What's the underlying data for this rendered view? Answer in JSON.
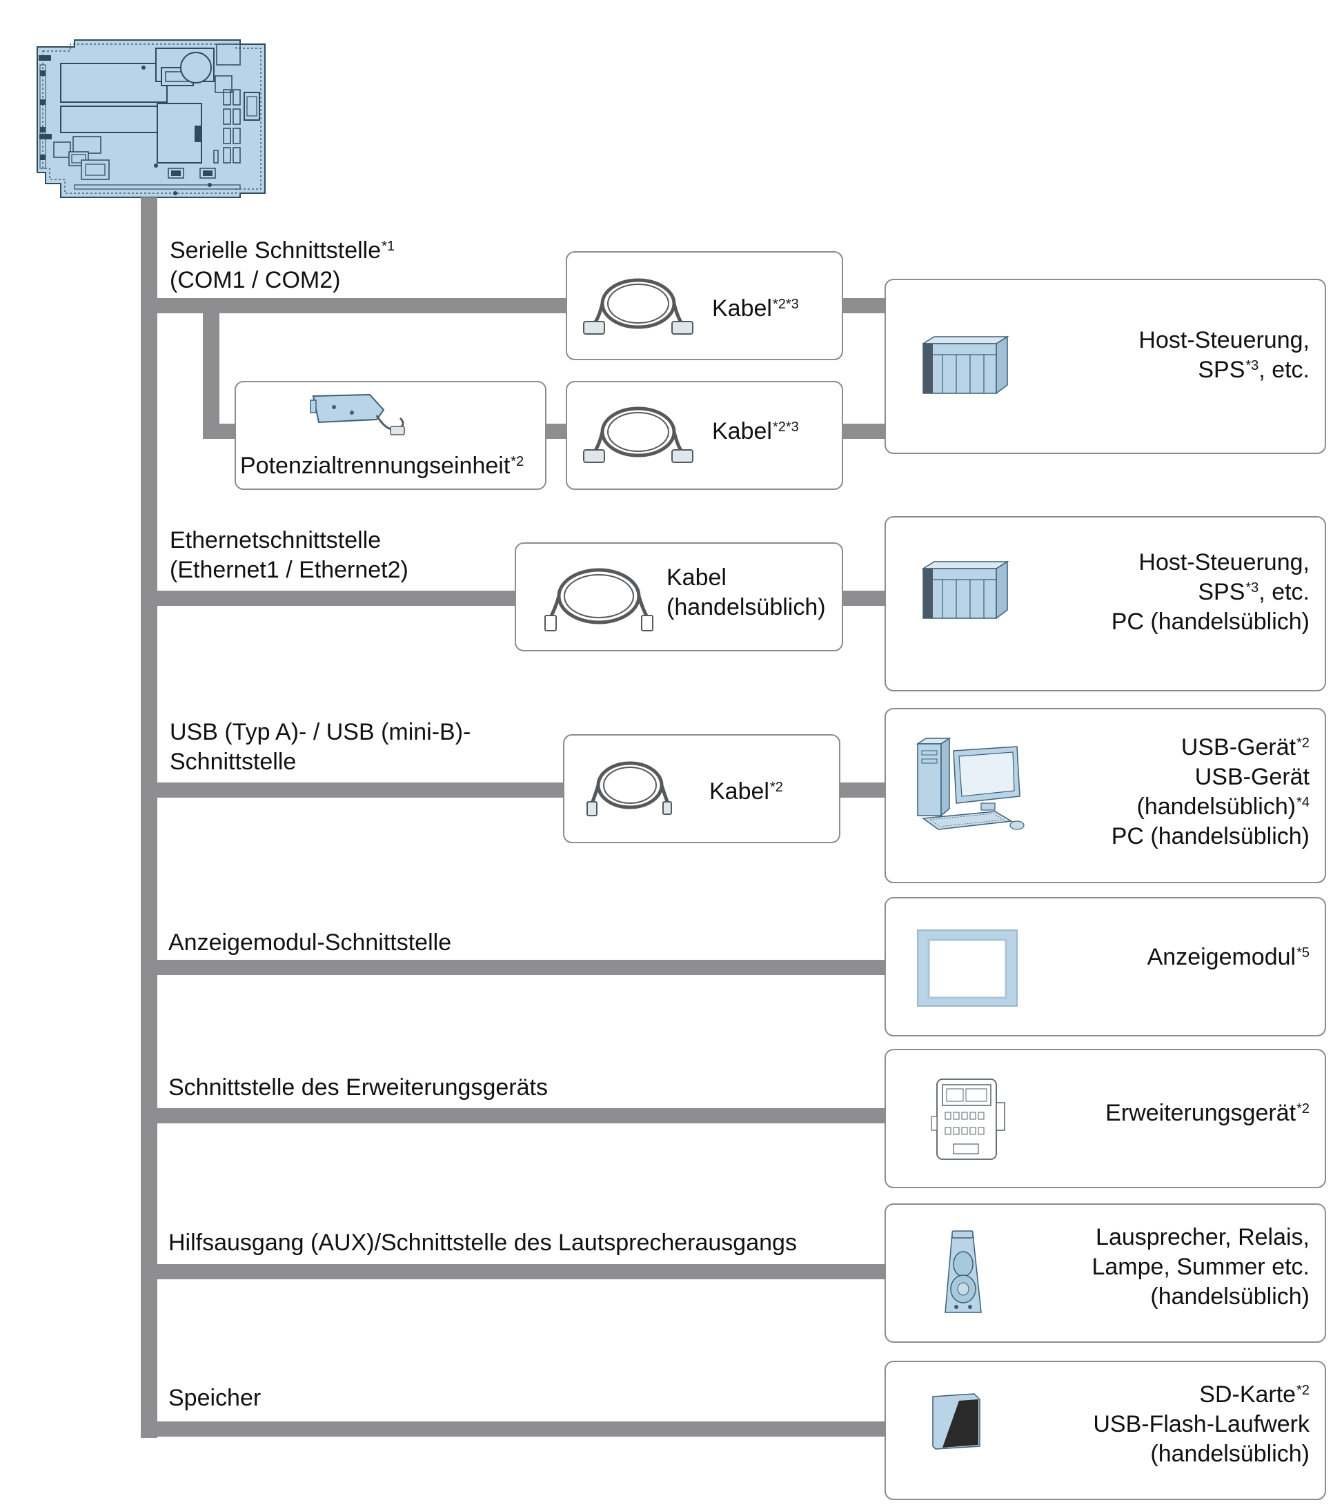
{
  "interfaces": {
    "serial": {
      "line1": "Serielle Schnittstelle",
      "sup1": "*1",
      "line2": "(COM1 / COM2)"
    },
    "ethernet": {
      "line1": "Ethernetschnittstelle",
      "line2": "(Ethernet1 / Ethernet2)"
    },
    "usb": {
      "line1": "USB (Typ A)- / USB (mini-B)-",
      "line2": "Schnittstelle"
    },
    "display": {
      "line1": "Anzeigemodul-Schnittstelle"
    },
    "expansion": {
      "line1": "Schnittstelle des Erweiterungsgeräts"
    },
    "aux": {
      "line1": "Hilfsausgang (AUX)/Schnittstelle des Lautsprecherausgangs"
    },
    "storage": {
      "line1": "Speicher"
    }
  },
  "middle": {
    "serial_cable_1": {
      "label": "Kabel",
      "sup": "*2*3"
    },
    "isolation_unit": {
      "label": "Potenzialtrennungseinheit",
      "sup": "*2"
    },
    "serial_cable_2": {
      "label": "Kabel",
      "sup": "*2*3"
    },
    "ethernet_cable": {
      "line1": "Kabel",
      "line2": "(handelsüblich)"
    },
    "usb_cable": {
      "label": "Kabel",
      "sup": "*2"
    }
  },
  "devices": {
    "host_serial": {
      "line1": "Host-Steuerung,",
      "line2a": "SPS",
      "line2sup": "*3",
      "line2b": ", etc."
    },
    "host_ethernet": {
      "line1": "Host-Steuerung,",
      "line2a": "SPS",
      "line2sup": "*3",
      "line2b": ", etc.",
      "line3": "PC (handelsüblich)"
    },
    "usb_devices": {
      "line1": "USB-Gerät",
      "line1sup": "*2",
      "line2": "USB-Gerät",
      "line3": "(handelsüblich)",
      "line3sup": "*4",
      "line4": "PC (handelsüblich)"
    },
    "display_module": {
      "line1": "Anzeigemodul",
      "line1sup": "*5"
    },
    "expansion_device": {
      "line1": "Erweiterungsgerät",
      "line1sup": "*2"
    },
    "aux_devices": {
      "line1": "Lausprecher, Relais,",
      "line2": "Lampe, Summer etc.",
      "line3": "(handelsüblich)"
    },
    "storage_devices": {
      "line1": "SD-Karte",
      "line1sup": "*2",
      "line2": "USB-Flash-Laufwerk",
      "line3": "(handelsüblich)"
    }
  },
  "colors": {
    "line": "#8e8e91",
    "device_fill": "#b8d4e6",
    "device_stroke": "#3d5f78",
    "border": "#8c8c8c"
  }
}
